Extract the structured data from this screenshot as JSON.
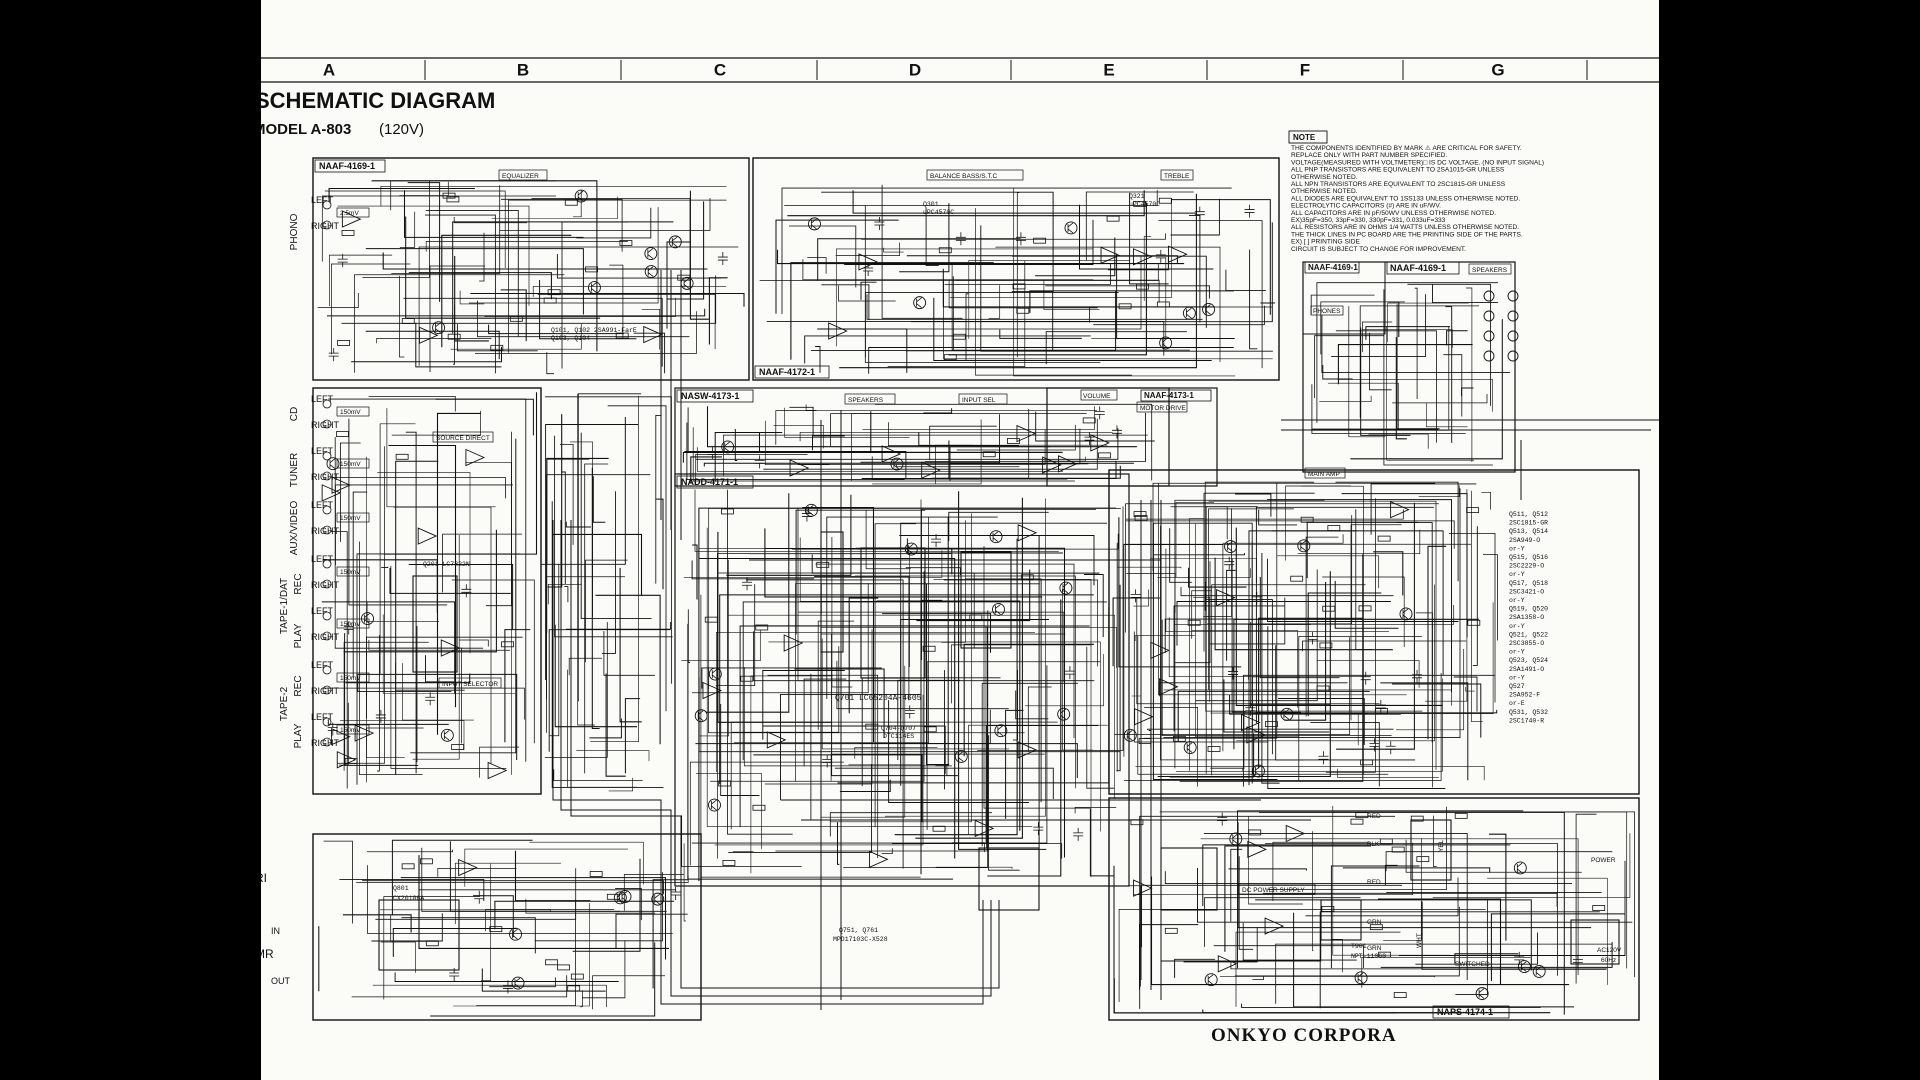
{
  "document": {
    "title": "SCHEMATIC DIAGRAM",
    "model": "MODEL A-803",
    "model_variant": "(120V)",
    "manufacturer": "ONKYO CORPORA"
  },
  "grid_columns": [
    "A",
    "B",
    "C",
    "D",
    "E",
    "F",
    "G"
  ],
  "boards": {
    "equalizer": "NAAF-4169-1",
    "tone": "NAAF-4172-1",
    "speaker_sw": "NASW-4173-1",
    "display": "NADD-4171-1",
    "headphone_a": "NAAF-4169-1",
    "headphone_b": "NAAF-4169-1",
    "motor_drive": "NAAF-4173-1",
    "power": "NAPS-4174-1"
  },
  "section_labels": {
    "equalizer": "EQUALIZER",
    "tone": "BALANCE  BASS/S.T.C",
    "treble": "TREBLE",
    "speakers": "SPEAKERS",
    "input_sel": "INPUT SEL",
    "volume": "VOLUME",
    "motor_drive": "MOTOR DRIVE",
    "source_direct": "SOURCE DIRECT",
    "input_selector": "INPUT SELECTOR",
    "main_amp": "MAIN AMP",
    "dc_power": "DC POWER SUPPLY",
    "speakers_out": "SPEAKERS",
    "phones": "PHONES"
  },
  "inputs": {
    "phono": "PHONO",
    "cd": "CD",
    "tuner": "TUNER",
    "aux_video": "AUX/VIDEO",
    "tape1": "TAPE-1/DAT",
    "tape2": "TAPE-2",
    "rec": "REC",
    "play": "PLAY",
    "left": "LEFT",
    "right": "RIGHT",
    "level_phono": "2.5mV",
    "level_line": "150mV"
  },
  "remote": {
    "ri": "RI",
    "mr": "MR",
    "in": "IN",
    "out": "OUT"
  },
  "ic_labels": {
    "q701": "Q701  LC65204A-4605",
    "q751": "Q751, Q761",
    "q751_part": "MPD17103C-X528",
    "q201": "Q201  LC7822N",
    "q801": "Q801",
    "q801_part": "CX20106A",
    "q301": "Q301",
    "q301_part": "uPC4570C",
    "q321": "Q321",
    "q321_part": "uPC4570C",
    "q101_note": "Q101, Q102  2SA991-FarE",
    "q101_note2": "Q103, Q104",
    "q707_note": "Q704-Q707",
    "q707_part": "DTC114ES",
    "t901": "T901",
    "t901_part": "NPT-11060"
  },
  "transistor_list": [
    "Q511, Q512",
    "2SC1815-GR",
    "Q513, Q514",
    "2SA949-O",
    "or-Y",
    "Q515, Q516",
    "2SC2229-O",
    "or-Y",
    "Q517, Q518",
    "2SC3421-O",
    "or-Y",
    "Q519, Q520",
    "2SA1358-O",
    "or-Y",
    "Q521, Q522",
    "2SC3855-O",
    "or-Y",
    "Q523, Q524",
    "2SA1491-O",
    "or-Y",
    "Q527",
    "2SA952-F",
    "or-E",
    "Q531, Q532",
    "2SC1740-R"
  ],
  "notes": {
    "heading": "NOTE",
    "lines": [
      "THE COMPONENTS IDENTIFIED BY MARK ⚠ ARE CRITICAL FOR SAFETY.",
      "  REPLACE ONLY WITH PART NUMBER SPECIFIED.",
      "VOLTAGE(MEASURED WITH VOLTMETER)□ IS DC VOLTAGE. (NO INPUT SIGNAL)",
      "ALL PNP TRANSISTORS ARE EQUIVALENT TO 2SA1015-GR UNLESS",
      "  OTHERWISE NOTED.",
      "ALL NPN TRANSISTORS ARE EQUIVALENT TO 2SC1815-GR UNLESS",
      "  OTHERWISE NOTED.",
      "ALL DIODES ARE EQUIVALENT TO 1SS133 UNLESS OTHERWISE NOTED.",
      "ELECTROLYTIC CAPACITORS (#) ARE IN uF/WV.",
      "ALL CAPACITORS ARE IN pF/50WV UNLESS OTHERWISE NOTED.",
      "  EX)35pF=350, 33pF=330, 330pF=331, 0.033uF=333",
      "ALL RESISTORS ARE IN OHMS 1/4 WATTS UNLESS OTHERWISE NOTED.",
      "THE THICK LINES IN PC BOARD ARE THE PRINTING SIDE OF THE PARTS.",
      "  EX) [  ] PRINTING SIDE",
      "CIRCUIT IS SUBJECT TO CHANGE FOR IMPROVEMENT."
    ]
  },
  "wire_colors": {
    "red": "RED",
    "blk": "BLK",
    "grn": "GRN",
    "yel": "YEL",
    "wht": "WHT"
  },
  "power": {
    "ac_in": "AC120V",
    "freq": "60Hz",
    "switch": "POWER",
    "switched": "SWITCHED"
  }
}
